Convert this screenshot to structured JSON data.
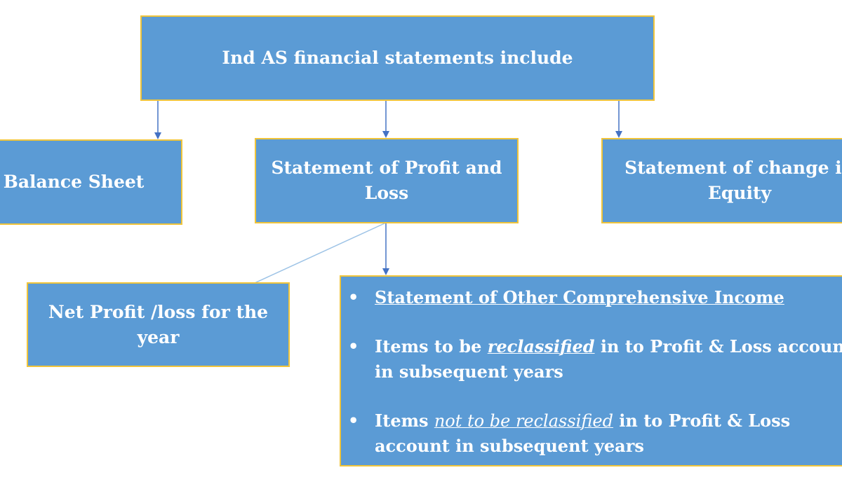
{
  "colors": {
    "box_fill": "#5b9bd5",
    "box_border": "#f0c43a",
    "arrow": "#4472c4"
  },
  "root": {
    "label": "Ind AS financial statements include"
  },
  "children": [
    {
      "label": "Balance Sheet"
    },
    {
      "label": "Statement of Profit and Loss"
    },
    {
      "label": "Statement of change in Equity"
    }
  ],
  "net_profit": {
    "label": "Net Profit /loss for the year"
  },
  "oci": {
    "title": "Statement of Other Comprehensive Income",
    "item1": {
      "pre": "Items to be ",
      "em": "reclassified",
      "post": " in to Profit & Loss account in subsequent years"
    },
    "item2": {
      "pre": "Items ",
      "em": "not to be reclassified",
      "post": " in to Profit & Loss account in subsequent years"
    }
  }
}
